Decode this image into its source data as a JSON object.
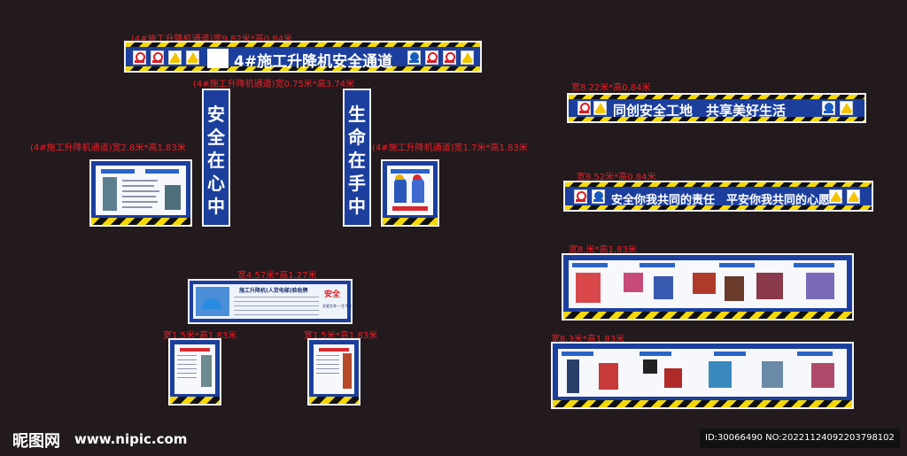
{
  "dimensions": {
    "top_banner": "(4#施工升降机通道)宽9.82米*高0.84米",
    "vertical": "(4#施工升降机通道)宽0.75米*高3.74米",
    "left_panel": "(4#施工升降机通道)宽2.8米*高1.83米",
    "right_panel": "(4#施工升降机通道)宽1.7米*高1.83米",
    "center_panel": "宽4.57米*高1.27米",
    "small_left": "宽1.5米*高1.83米",
    "small_right": "宽1.5米*高1.83米",
    "slogan1": "宽8.22米*高0.84米",
    "slogan2": "宽8.52米*高0.84米",
    "board1": "宽8.米*高1.83米",
    "board2": "宽8.3米*高1.83米"
  },
  "top_banner": {
    "title": "4#施工升降机安全通道"
  },
  "vertical_left": {
    "text": "安全在心中"
  },
  "vertical_right": {
    "text": "生命在手中"
  },
  "center_panel": {
    "title": "施工升降机(人货电梯)验收牌",
    "badge": "安全",
    "footer": "关爱生命 一生平安"
  },
  "slogan1": {
    "text": "同创安全工地　共享美好生活"
  },
  "slogan2": {
    "text": "安全你我共同的责任　平安你我共同的心愿"
  },
  "watermark": {
    "logo": "昵图网",
    "url": "www.nipic.com",
    "id": "ID:30066490 NO:20221124092203798102"
  },
  "colors": {
    "bg": "#221a1c",
    "blue": "#1c3f9e",
    "dim_red": "#e8202a",
    "hazard_yellow": "#f5d800"
  }
}
